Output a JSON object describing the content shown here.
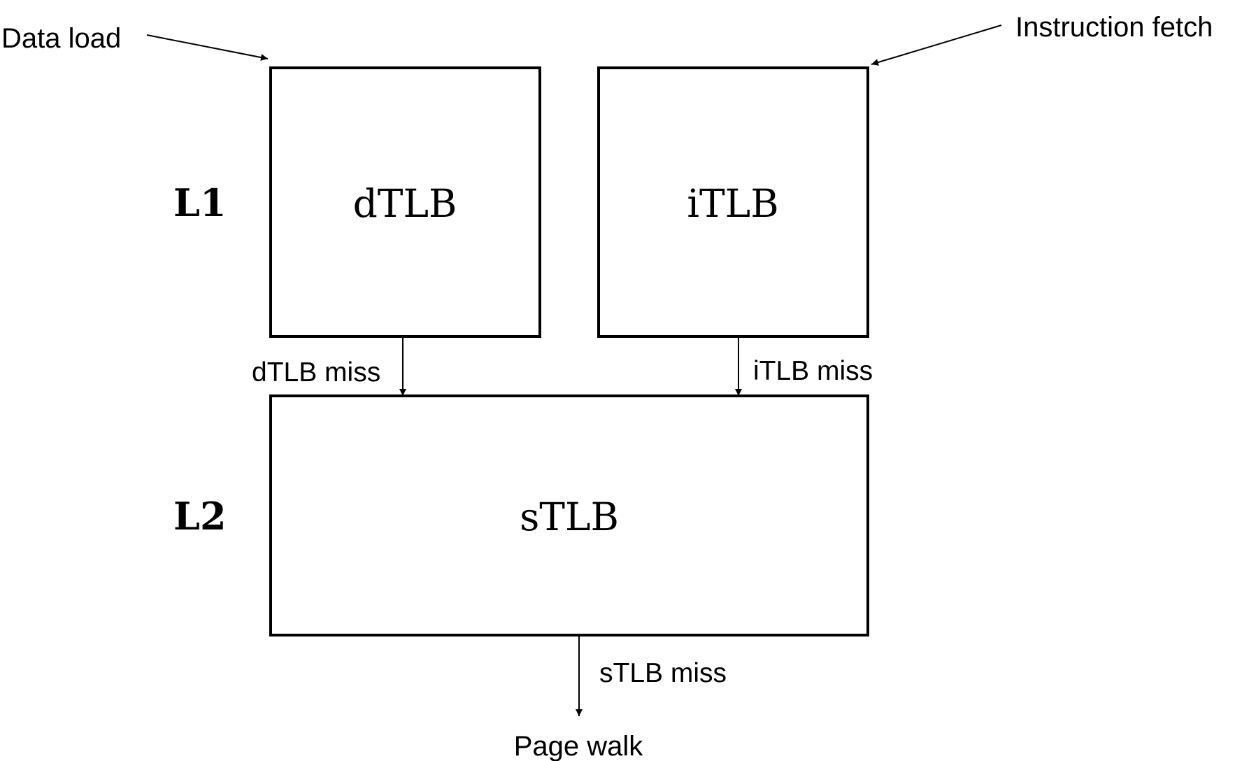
{
  "diagram": {
    "levels": {
      "l1": "L1",
      "l2": "L2"
    },
    "boxes": {
      "dtlb": "dTLB",
      "itlb": "iTLB",
      "stlb": "sTLB"
    },
    "inputs": {
      "data_load": "Data load",
      "instruction_fetch": "Instruction fetch"
    },
    "edges": {
      "dtlb_miss": "dTLB miss",
      "itlb_miss": "iTLB miss",
      "stlb_miss": "sTLB miss"
    },
    "output": {
      "page_walk": "Page walk"
    },
    "colors": {
      "stroke": "#000000",
      "text": "#000000",
      "background": "#ffffff"
    }
  }
}
